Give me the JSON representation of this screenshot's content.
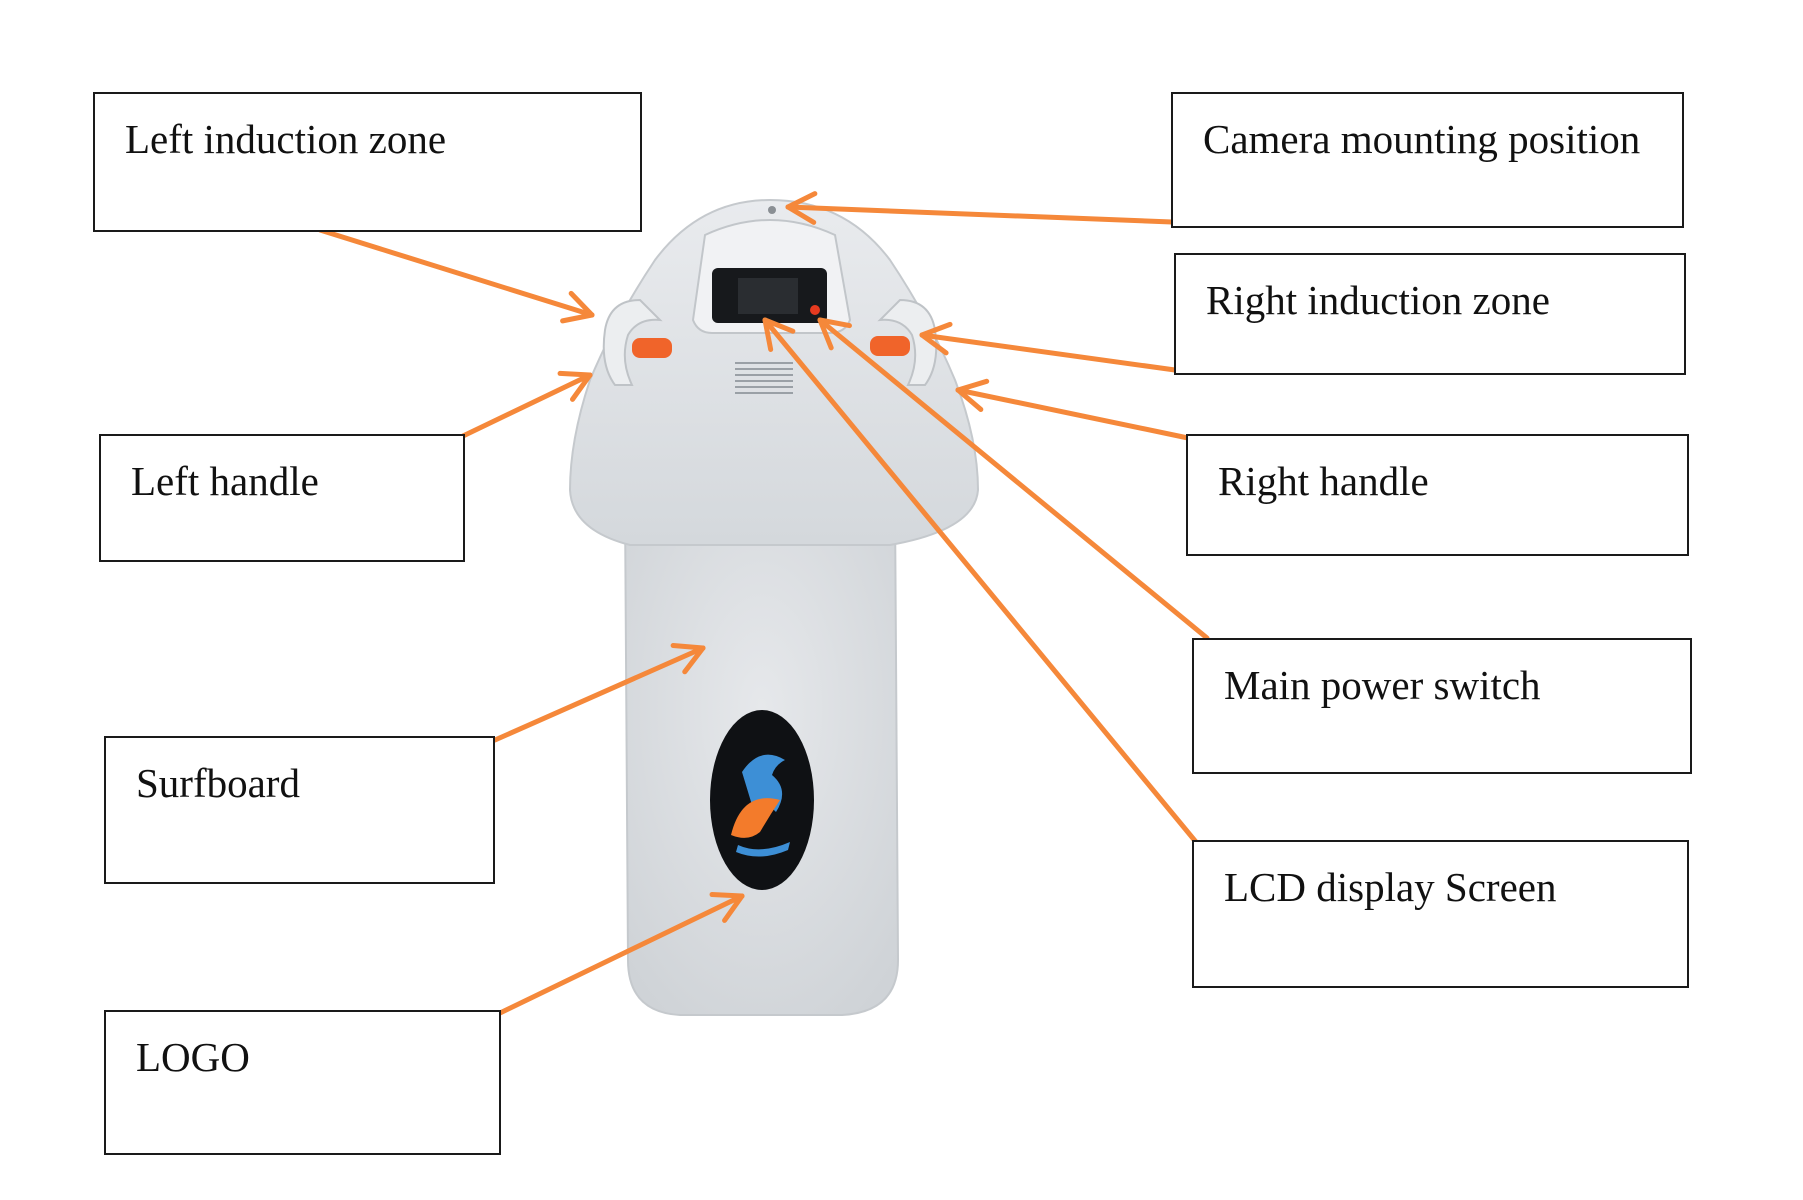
{
  "labels": {
    "left_induction_zone": "Left induction zone",
    "left_handle": "Left handle",
    "surfboard": "Surfboard",
    "logo": "LOGO",
    "camera_mounting_position": "Camera mounting position",
    "right_induction_zone": "Right induction zone",
    "right_handle": "Right handle",
    "main_power_switch": "Main power switch",
    "lcd_display_screen": "LCD display Screen"
  },
  "colors": {
    "arrow": "#f5883a",
    "board": "#dfe2e5",
    "board_edge": "#c9cdd1",
    "logo_oval": "#0f1114",
    "handle_tip": "#f0642a",
    "box_border": "#1a1a1a"
  },
  "icons": [
    "surfboard-photo",
    "shark-logo-icon",
    "lcd-screen-icon",
    "power-switch-icon"
  ]
}
